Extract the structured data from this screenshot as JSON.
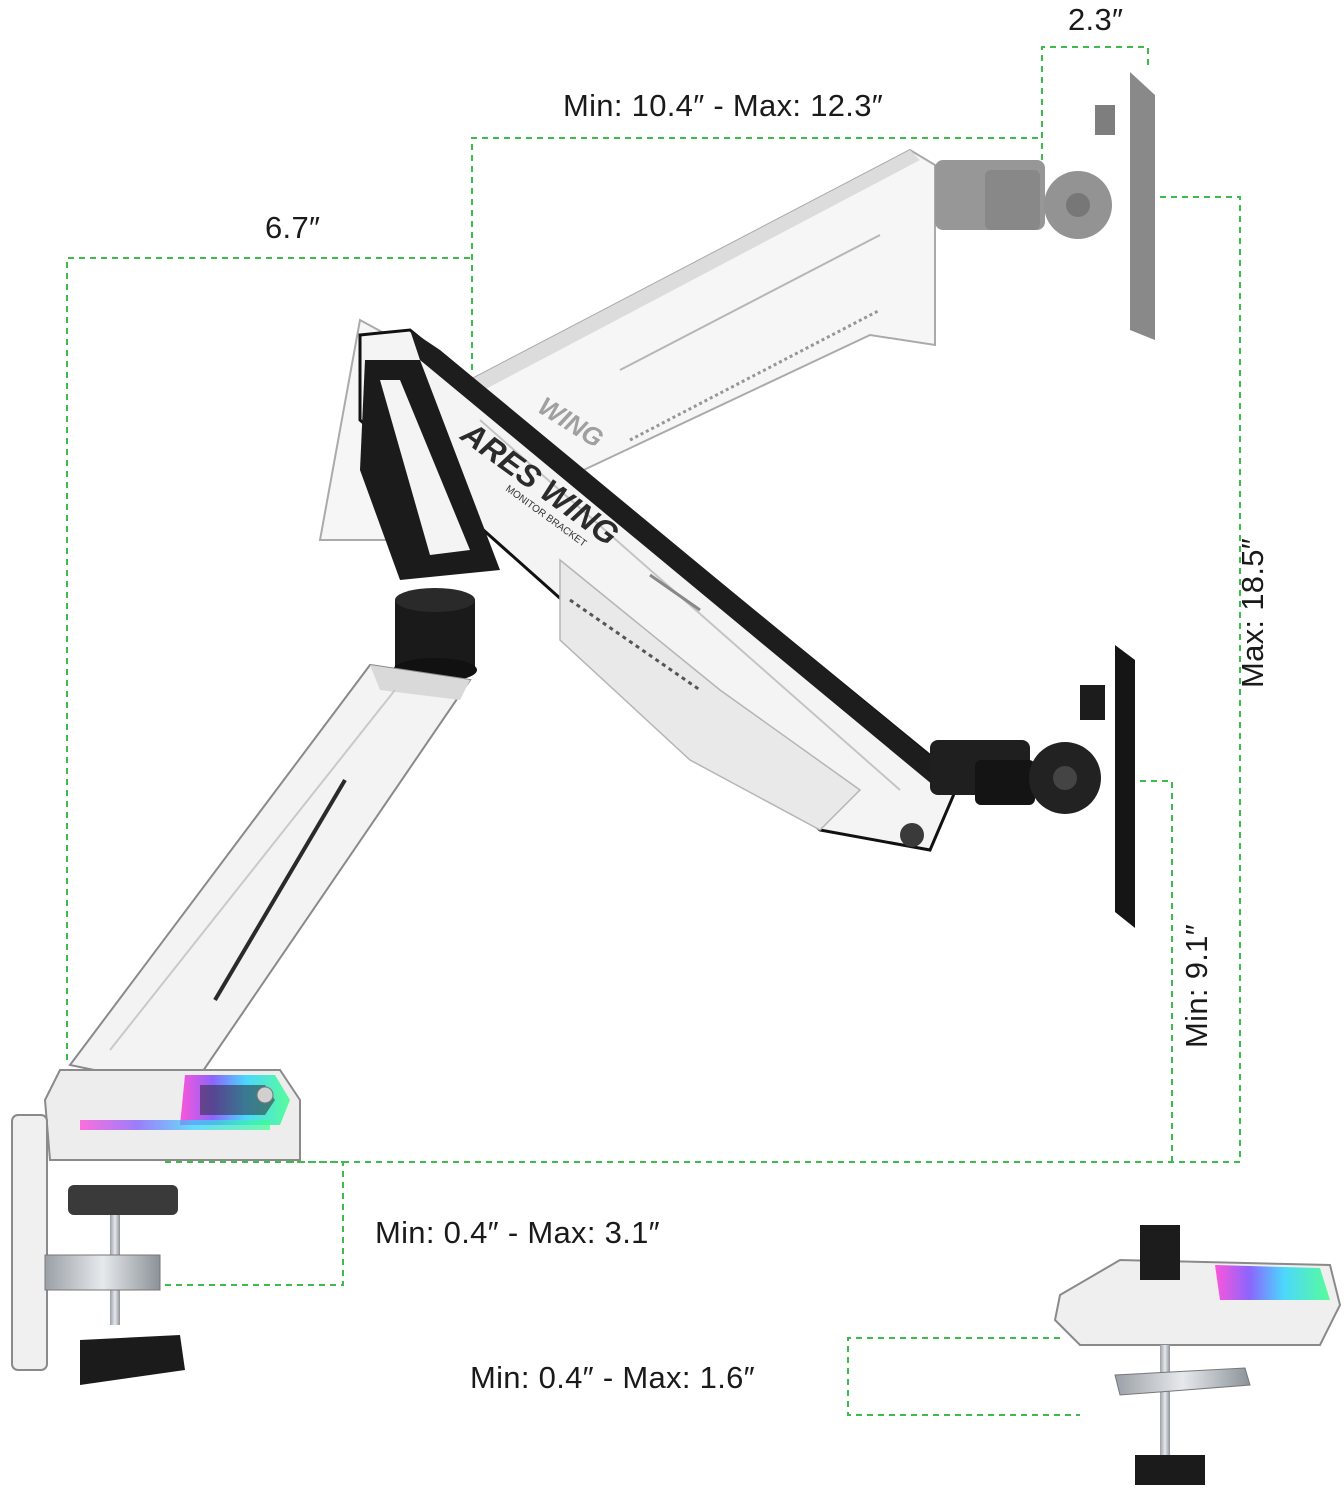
{
  "dimensions": {
    "top_offset": "2.3″",
    "arm_span": "Min: 10.4″ - Max: 12.3″",
    "inner_span": "6.7″",
    "height_max": "Max: 18.5″",
    "height_min": "Min: 9.1″",
    "clamp_range": "Min: 0.4″ - Max: 3.1″",
    "grommet_range": "Min: 0.4″ - Max: 1.6″"
  },
  "brand": {
    "name": "ARES WING",
    "name_ghost": "WING",
    "subtitle": "MONITOR BRACKET"
  },
  "colors": {
    "guide": "#3dbb4c",
    "arm_white": "#f2f2f2",
    "arm_edge": "#8a8a8a",
    "mount_dark": "#1c1c1c",
    "mount_grey": "#6f6f6f"
  }
}
